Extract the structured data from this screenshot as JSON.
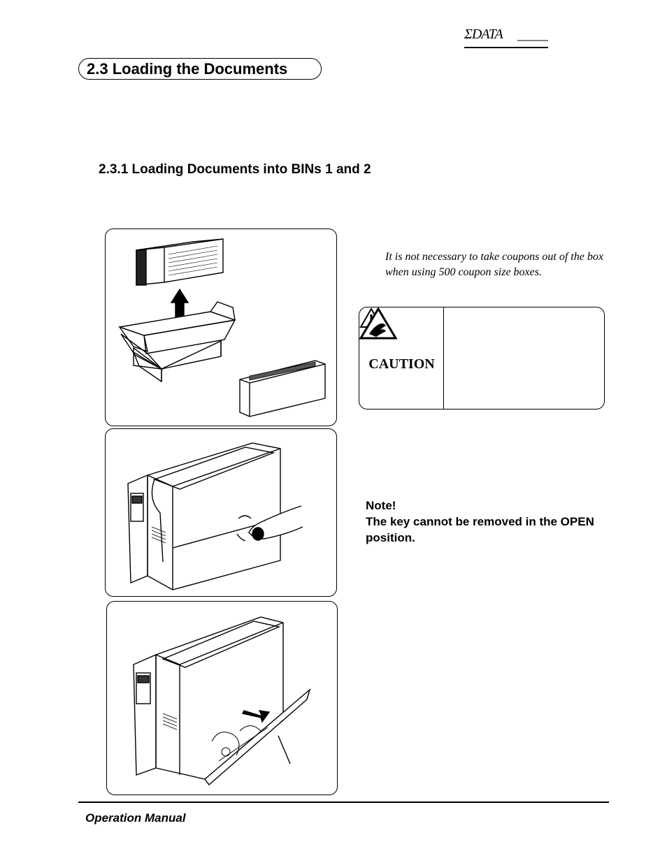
{
  "header": {
    "logo_sigma": "Σ",
    "logo_text": "DATA"
  },
  "section": {
    "title": "2.3 Loading the Documents"
  },
  "subsection": {
    "title": "2.3.1  Loading Documents into BINs 1 and 2"
  },
  "step1": {
    "note": "It is not necessary to take coupons out of the box when using 500 coupon size boxes."
  },
  "caution": {
    "label": "CAUTION"
  },
  "step2": {
    "note_title": "Note!",
    "note_body": "The key cannot be removed in the OPEN position."
  },
  "footer": {
    "text": "Operation Manual"
  }
}
